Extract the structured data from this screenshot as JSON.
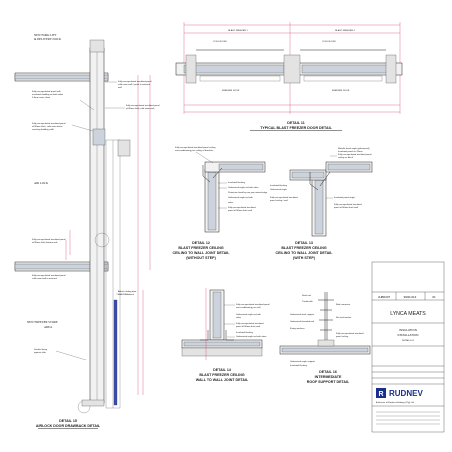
{
  "drawing": {
    "areas": {
      "fork_lift": [
        "NEW FORK LIFT",
        "& DELIVERY DOCK"
      ],
      "air_lock": "AIR LOCK",
      "freezer_store": [
        "NEW FREEZER STORE",
        "AREA"
      ]
    },
    "details": {
      "d11": {
        "title": "DETAIL 11",
        "subtitle": "TYPICAL BLAST FREEZER DOOR DETAIL",
        "labels": [
          "BLAST FREEZER 1",
          "BLAST FREEZER 4"
        ]
      },
      "d12": {
        "title": "DETAIL 12",
        "lines": [
          "BLAST FREEZER CEILING",
          "CEILING TO WALL JOINT DETAIL",
          "(WITHOUT STEP)"
        ]
      },
      "d13": {
        "title": "DETAIL 13",
        "lines": [
          "BLAST FREEZER CEILING",
          "CEILING TO WALL JOINT DETAIL",
          "(WITH STEP)"
        ]
      },
      "d14": {
        "title": "DETAIL 14",
        "lines": [
          "BLAST FREEZER CEILING",
          "WALL TO WALL JOINT DETAIL"
        ]
      },
      "d15": {
        "title": "DETAIL 15",
        "subtitle": "AIRLOCK DOOR DRAWBACK DETAIL"
      },
      "d16": {
        "title": "DETAIL 16",
        "lines": [
          "INTERMEDIATE",
          "ROOF SUPPORT DETAIL"
        ]
      }
    }
  },
  "title_block": {
    "drawing_no": "JHB0307",
    "sheet_no": "9000-013",
    "revision": "01",
    "client": "LYNCA MEATS",
    "project": [
      "INSULATION",
      "INSTALLATION"
    ],
    "sheet_title": "DETAILS 02",
    "company": "RUDNEV",
    "company_tagline": "A division of Rudnev Holdings (Pty) Ltd"
  }
}
